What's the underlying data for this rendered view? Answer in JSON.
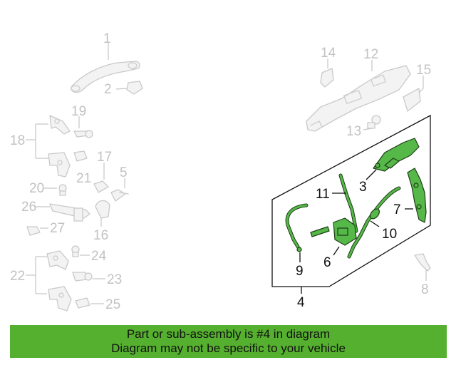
{
  "callouts": {
    "c1": "1",
    "c2": "2",
    "c3": "3",
    "c4": "4",
    "c5": "5",
    "c6": "6",
    "c7": "7",
    "c8": "8",
    "c9": "9",
    "c10": "10",
    "c11": "11",
    "c12": "12",
    "c13": "13",
    "c14": "14",
    "c15": "15",
    "c16": "16",
    "c17": "17",
    "c18": "18",
    "c19": "19",
    "c20": "20",
    "c21": "21",
    "c22": "22",
    "c23": "23",
    "c24": "24",
    "c25": "25",
    "c26": "26",
    "c27": "27"
  },
  "banner": {
    "line1": "Part or sub-assembly is #4 in diagram",
    "line2": "Diagram may not be specific to your vehicle"
  },
  "colors": {
    "highlight": "#56b848",
    "banner": "#56b02f",
    "ghost_parts": "#c6c6c6",
    "ghost_labels": "#c2c2c2"
  }
}
